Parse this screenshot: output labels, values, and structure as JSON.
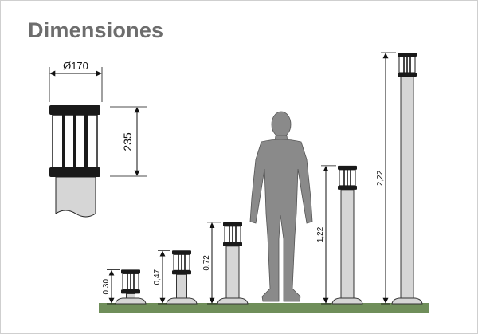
{
  "title": "Dimensiones",
  "detail": {
    "diameter_label": "Ø170",
    "height_label": "235"
  },
  "bollards": [
    {
      "height": 0.3,
      "label": "0,30"
    },
    {
      "height": 0.47,
      "label": "0,47"
    },
    {
      "height": 0.72,
      "label": "0,72"
    },
    {
      "height": 1.22,
      "label": "1,22"
    },
    {
      "height": 2.22,
      "label": "2,22"
    }
  ],
  "colors": {
    "ground": "#6f8e5a",
    "pole": "#d6d6d6",
    "dark": "#1a1a1a",
    "human": "#8a8a8a",
    "title": "#6d6d6d"
  }
}
